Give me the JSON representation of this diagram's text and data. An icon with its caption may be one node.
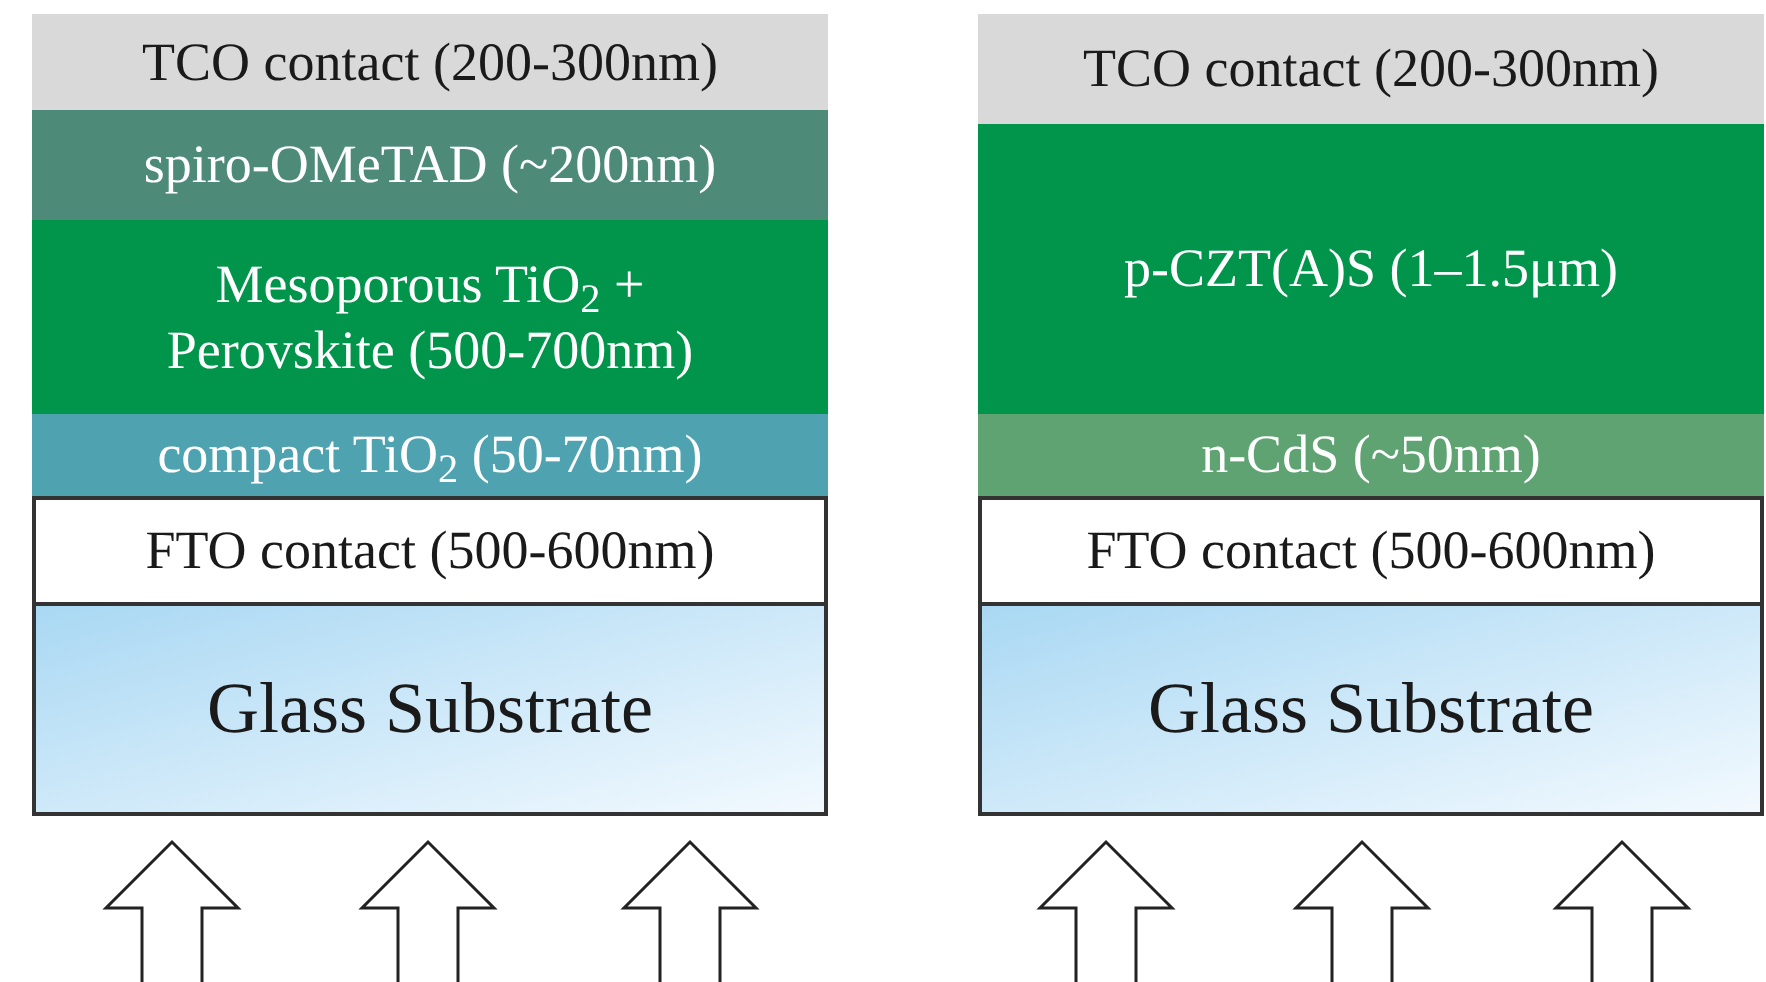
{
  "diagram": {
    "nodes": [
      {
        "text": [
          "TCO contact (200-300nm)"
        ]
      },
      {
        "text": [
          "spiro-OMeTAD (~200nm)"
        ]
      },
      {
        "text": [
          "Mesoporous TiO$_{2}$ + Perovskite (500-700nm)"
        ]
      },
      {
        "text": [
          "compact TiO$_{2}$ (50-70nm)"
        ]
      },
      {
        "text": [
          "FTO contact (500-600nm)"
        ]
      },
      {
        "text": [
          "Glass Substrate"
        ]
      },
      {
        "text": [
          "TCO contact (200-300nm)"
        ]
      },
      {
        "text": [
          "p-CZT(A)S (1–1.5μm)"
        ]
      },
      {
        "text": [
          "n-CdS (~50nm)"
        ]
      },
      {
        "text": [
          "FTO contact (500-600nm)"
        ]
      },
      {
        "text": [
          "Glass Substrate"
        ]
      }
    ]
  }
}
